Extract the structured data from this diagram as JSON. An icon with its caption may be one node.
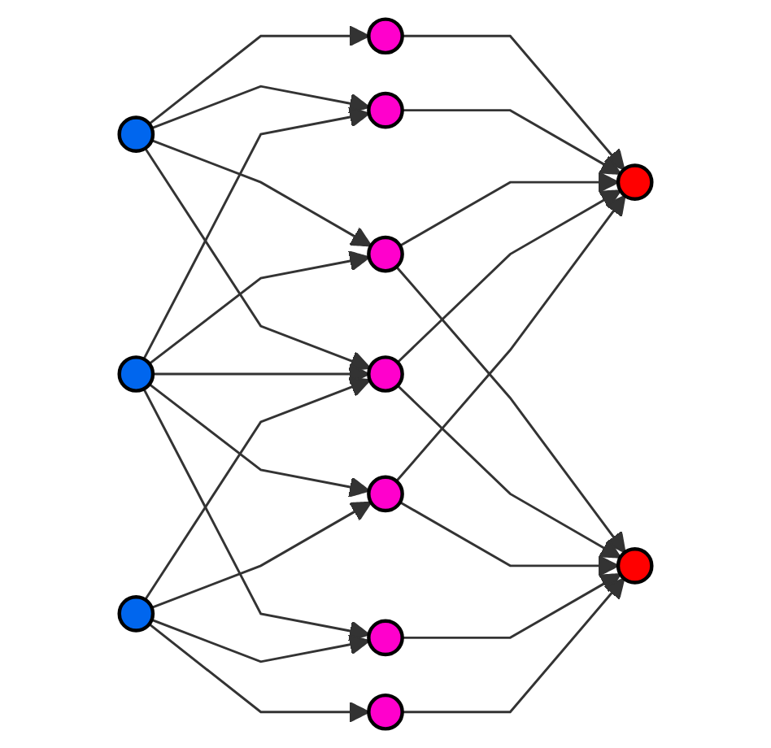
{
  "diagram": {
    "nodes": [
      {
        "text": [],
        "shape": "circle"
      },
      {
        "text": [],
        "shape": "circle"
      },
      {
        "text": [],
        "shape": "circle"
      },
      {
        "text": [],
        "shape": "circle"
      },
      {
        "text": [],
        "shape": "circle"
      },
      {
        "text": [],
        "shape": "circle"
      },
      {
        "text": [],
        "shape": "circle"
      },
      {
        "text": [],
        "shape": "circle"
      },
      {
        "text": [],
        "shape": "circle"
      },
      {
        "text": [],
        "shape": "circle"
      },
      {
        "text": [],
        "shape": "circle"
      },
      {
        "text": [],
        "shape": "circle"
      }
    ],
    "edges": [
      {
        "from": 0,
        "to": 3,
        "arrow": "to"
      },
      {
        "from": 0,
        "to": 4,
        "arrow": "to"
      },
      {
        "from": 0,
        "to": 5,
        "arrow": "to"
      },
      {
        "from": 0,
        "to": 6,
        "arrow": "to"
      },
      {
        "from": 1,
        "to": 4,
        "arrow": "to"
      },
      {
        "from": 1,
        "to": 5,
        "arrow": "to"
      },
      {
        "from": 1,
        "to": 6,
        "arrow": "to"
      },
      {
        "from": 1,
        "to": 7,
        "arrow": "to"
      },
      {
        "from": 1,
        "to": 8,
        "arrow": "to"
      },
      {
        "from": 2,
        "to": 6,
        "arrow": "to"
      },
      {
        "from": 2,
        "to": 7,
        "arrow": "to"
      },
      {
        "from": 2,
        "to": 8,
        "arrow": "to"
      },
      {
        "from": 2,
        "to": 9,
        "arrow": "to"
      },
      {
        "from": 3,
        "to": 10,
        "arrow": "to"
      },
      {
        "from": 4,
        "to": 10,
        "arrow": "to"
      },
      {
        "from": 5,
        "to": 10,
        "arrow": "to"
      },
      {
        "from": 5,
        "to": 11,
        "arrow": "to"
      },
      {
        "from": 6,
        "to": 10,
        "arrow": "to"
      },
      {
        "from": 6,
        "to": 11,
        "arrow": "to"
      },
      {
        "from": 7,
        "to": 10,
        "arrow": "to"
      },
      {
        "from": 7,
        "to": 11,
        "arrow": "to"
      },
      {
        "from": 8,
        "to": 11,
        "arrow": "to"
      },
      {
        "from": 9,
        "to": 11,
        "arrow": "to"
      }
    ]
  }
}
